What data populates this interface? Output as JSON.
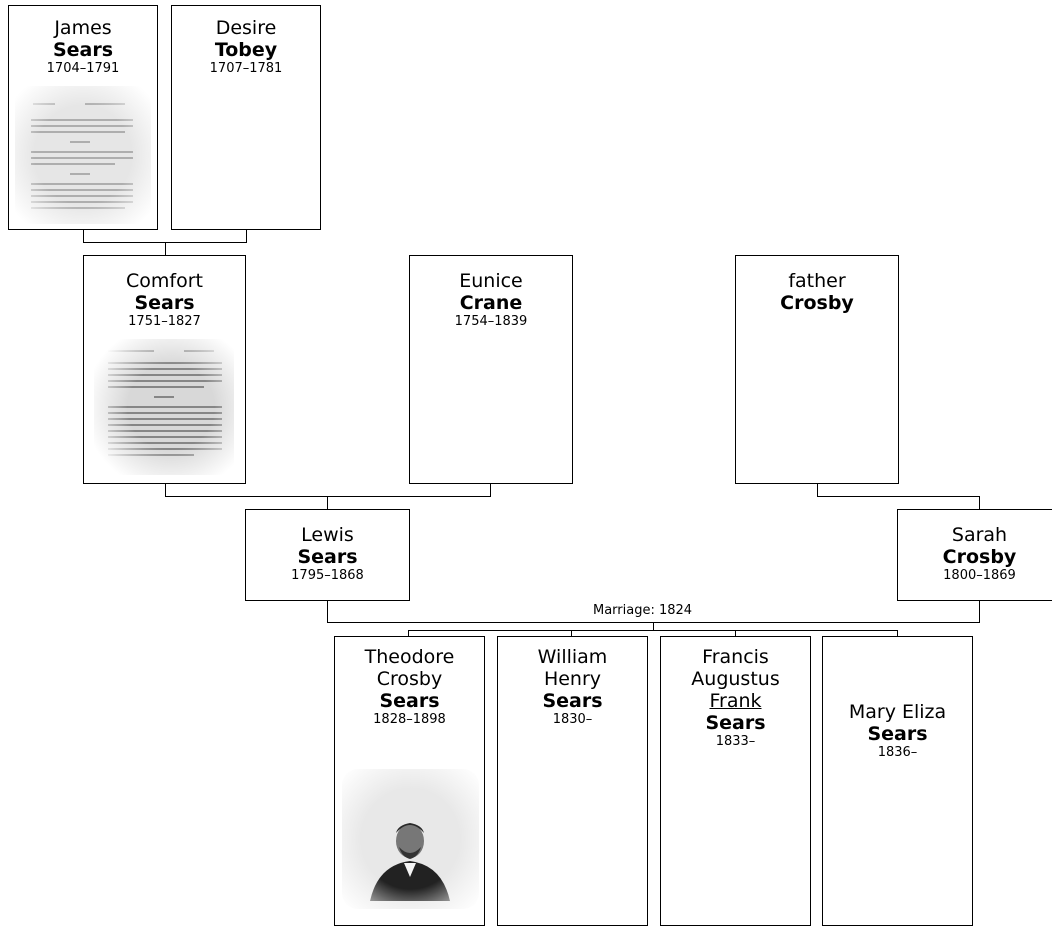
{
  "people": {
    "james": {
      "given": "James",
      "surname": "Sears",
      "dates": "1704–1791"
    },
    "desire": {
      "given": "Desire",
      "surname": "Tobey",
      "dates": "1707–1781"
    },
    "comfort": {
      "given": "Comfort",
      "surname": "Sears",
      "dates": "1751–1827"
    },
    "eunice": {
      "given": "Eunice",
      "surname": "Crane",
      "dates": "1754–1839"
    },
    "father_crosby": {
      "given": "father",
      "surname": "Crosby"
    },
    "lewis": {
      "given": "Lewis",
      "surname": "Sears",
      "dates": "1795–1868"
    },
    "sarah": {
      "given": "Sarah",
      "surname": "Crosby",
      "dates": "1800–1869"
    },
    "theodore": {
      "given1": "Theodore",
      "given2": "Crosby",
      "surname": "Sears",
      "dates": "1828–1898"
    },
    "william": {
      "given1": "William",
      "given2": "Henry",
      "surname": "Sears",
      "dates": "1830–"
    },
    "francis": {
      "given1": "Francis",
      "given2": "Augustus",
      "nickname": "Frank",
      "surname": "Sears",
      "dates": "1833–"
    },
    "mary": {
      "given": "Mary Eliza",
      "surname": "Sears",
      "dates": "1836–"
    }
  },
  "marriage": {
    "label": "Marriage: 1824"
  }
}
